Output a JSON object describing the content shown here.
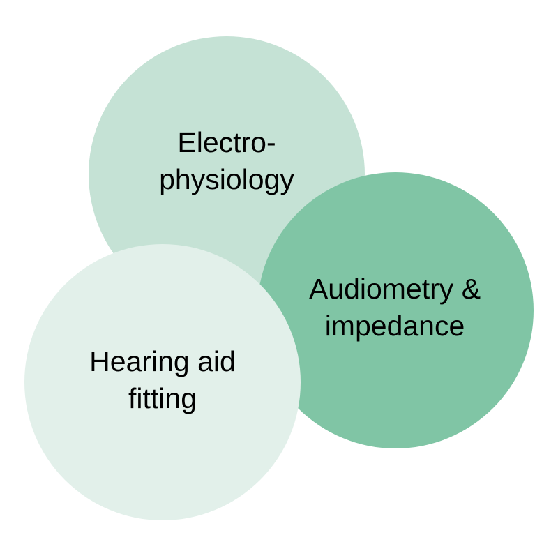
{
  "circles": [
    {
      "id": "electrophysiology",
      "lines": [
        "Electro-",
        "physiology"
      ],
      "color": "#c5e2d5"
    },
    {
      "id": "audiometry",
      "lines": [
        "Audiometry &",
        "impedance"
      ],
      "color": "#80c5a5"
    },
    {
      "id": "hearing-aid",
      "lines": [
        "Hearing aid",
        "fitting"
      ],
      "color": "#e2f0ea"
    }
  ]
}
